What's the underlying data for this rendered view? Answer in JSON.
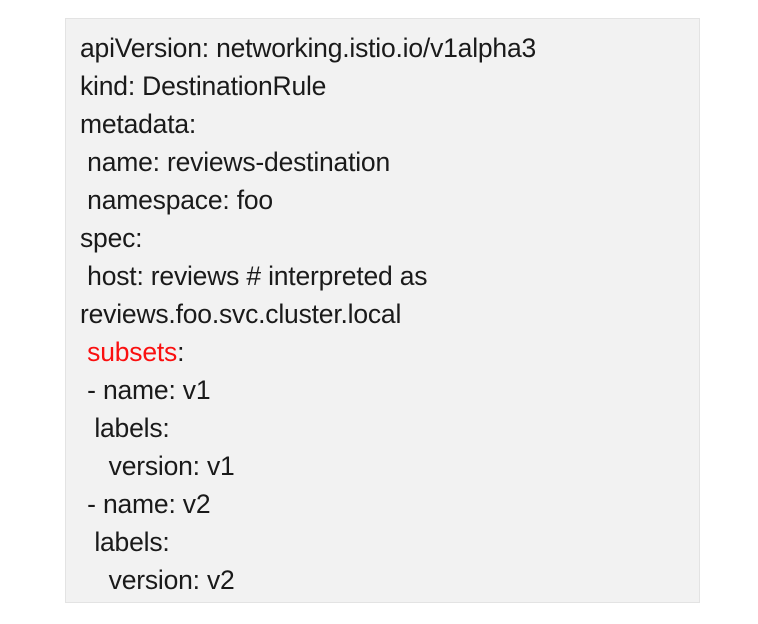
{
  "panel": {
    "kind": "yaml-code-block",
    "background_color": "#f2f2f2",
    "border_color": "#e3e3e3",
    "text_color": "#1a1a1a",
    "highlight_color": "#fa0f0f"
  },
  "code": {
    "language": "yaml",
    "lines": [
      {
        "id": "line-1",
        "text": "apiVersion: networking.istio.io/v1alpha3"
      },
      {
        "id": "line-2",
        "text": "kind: DestinationRule"
      },
      {
        "id": "line-3",
        "text": "metadata:"
      },
      {
        "id": "line-4",
        "text": " name: reviews-destination"
      },
      {
        "id": "line-5",
        "text": " namespace: foo"
      },
      {
        "id": "line-6",
        "text": "spec:"
      },
      {
        "id": "line-7",
        "text": " host: reviews # interpreted as"
      },
      {
        "id": "line-8",
        "text": "reviews.foo.svc.cluster.local"
      },
      {
        "id": "line-9",
        "highlight": "subsets",
        "text": ":"
      },
      {
        "id": "line-10",
        "text": " - name: v1"
      },
      {
        "id": "line-11",
        "text": "  labels:"
      },
      {
        "id": "line-12",
        "text": "    version: v1"
      },
      {
        "id": "line-13",
        "text": " - name: v2"
      },
      {
        "id": "line-14",
        "text": "  labels:"
      },
      {
        "id": "line-15",
        "text": "    version: v2"
      }
    ],
    "highlighted_key": "subsets"
  }
}
